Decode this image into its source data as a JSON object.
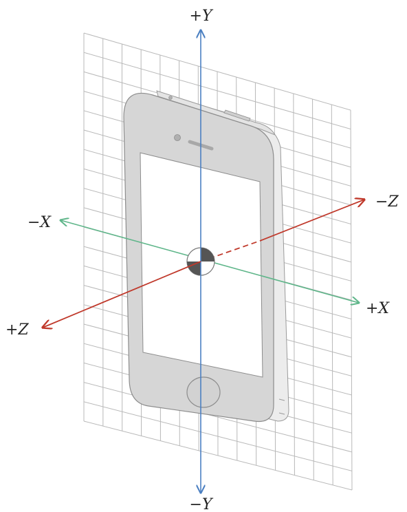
{
  "axes": {
    "y_pos": "+Y",
    "y_neg": "−Y",
    "x_pos": "+X",
    "x_neg": "−X",
    "z_pos": "+Z",
    "z_neg": "−Z"
  },
  "colors": {
    "y_axis": "#4a7fc1",
    "x_axis": "#5fb68a",
    "z_axis": "#c0392b",
    "grid": "#b8b8b8",
    "phone_body": "#d6d6d6",
    "phone_edge": "#e9e9e9",
    "screen": "#ffffff"
  }
}
